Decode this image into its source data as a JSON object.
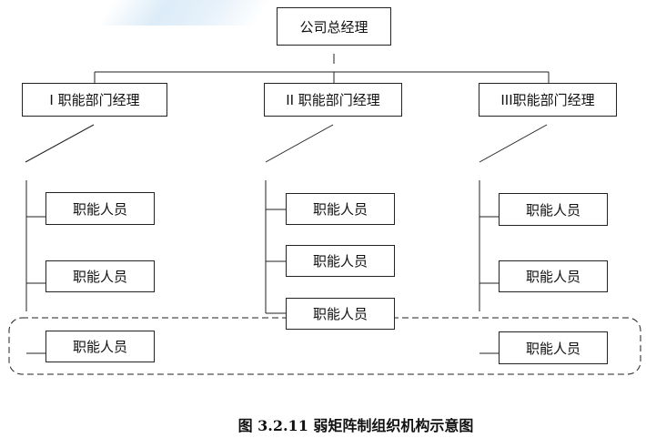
{
  "diagram": {
    "root": "公司总经理",
    "departments": [
      {
        "manager": "I 职能部门经理",
        "staff": [
          "职能人员",
          "职能人员",
          "职能人员"
        ]
      },
      {
        "manager": "II 职能部门经理",
        "staff": [
          "职能人员",
          "职能人员",
          "职能人员"
        ]
      },
      {
        "manager": "III职能部门经理",
        "staff": [
          "职能人员",
          "职能人员",
          "职能人员"
        ]
      }
    ],
    "caption": "图 3.2.11  弱矩阵制组织机构示意图"
  }
}
